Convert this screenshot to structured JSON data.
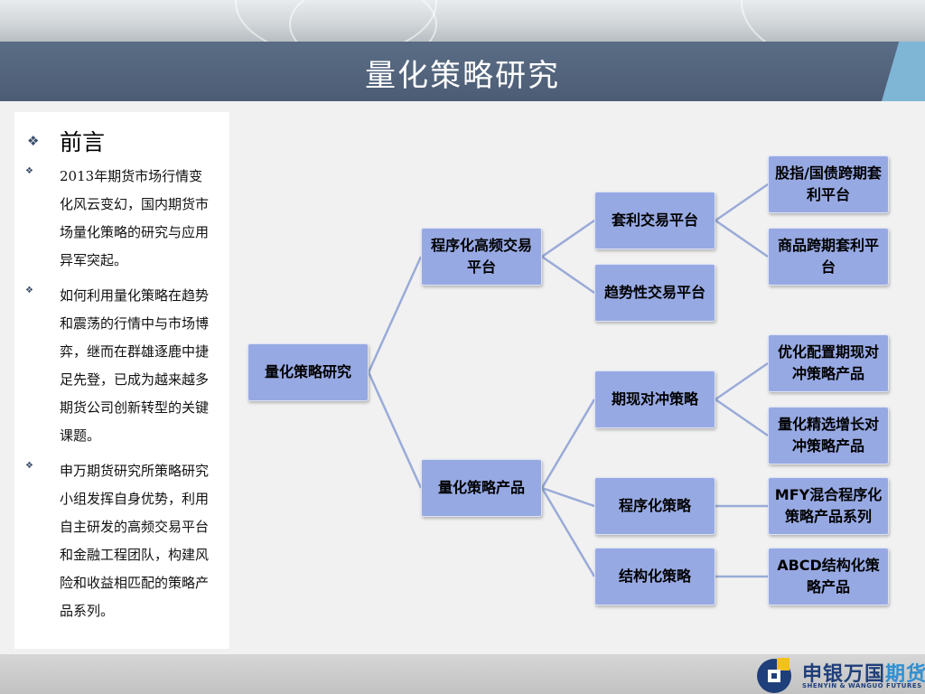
{
  "header": {
    "title": "量化策略研究"
  },
  "intro": {
    "title": "前言",
    "bullets": [
      "2013年期货市场行情变化风云变幻，国内期货市场量化策略的研究与应用异军突起。",
      "如何利用量化策略在趋势和震荡的行情中与市场博弈，继而在群雄逐鹿中捷足先登，已成为越来越多期货公司创新转型的关键课题。",
      "申万期货研究所策略研究小组发挥自身优势，利用自主研发的高频交易平台和金融工程团队，构建风险和收益相匹配的策略产品系列。"
    ]
  },
  "tree": {
    "root": "量化策略研究",
    "branch_platform": "程序化高频交易平台",
    "branch_products": "量化策略产品",
    "arbitrage_platform": "套利交易平台",
    "trend_platform": "趋势性交易平台",
    "index_bond_arb": "股指/国债跨期套利平台",
    "commodity_arb": "商品跨期套利平台",
    "spot_futures_hedge": "期现对冲策略",
    "programmatic_strategy": "程序化策略",
    "structured_strategy": "结构化策略",
    "optimized_hedge_product": "优化配置期现对冲策略产品",
    "selected_growth_product": "量化精选增长对冲策略产品",
    "mfy_product": "MFY混合程序化策略产品系列",
    "abcd_product": "ABCD结构化策略产品"
  },
  "footer": {
    "logo_cn_main": "申银万国",
    "logo_cn_accent": "期货",
    "logo_en": "SHENYIN & WANGUO FUTURES"
  }
}
